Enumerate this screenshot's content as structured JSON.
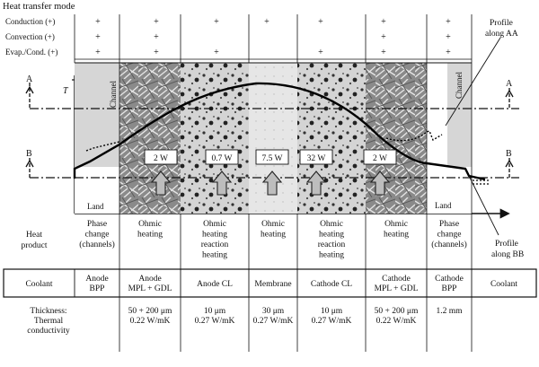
{
  "title": "Heat transfer mode",
  "modes": [
    {
      "label": "Conduction (+)",
      "marks": [
        "+",
        "+",
        "+",
        "+",
        "+",
        "+",
        "+"
      ]
    },
    {
      "label": "Convection (+)",
      "marks": [
        "+",
        "+",
        "",
        "",
        "",
        "+",
        "+"
      ]
    },
    {
      "label": "Evap./Cond. (+)",
      "marks": [
        "+",
        "+",
        "+",
        "",
        "+",
        "+",
        "+"
      ]
    }
  ],
  "axis_labels": {
    "T": "T",
    "A_left": "A",
    "A_right": "A",
    "B_left": "B",
    "B_right": "B"
  },
  "region_labels": {
    "channel_left": "Channel",
    "channel_right": "Channel",
    "land_left": "Land",
    "land_right": "Land"
  },
  "heat_values": [
    "2 W",
    "0.7 W",
    "7.5 W",
    "32 W",
    "2 W"
  ],
  "profile_labels": {
    "aa_1": "Profile",
    "aa_2": "along AA",
    "bb_1": "Profile",
    "bb_2": "along BB"
  },
  "heat_product": {
    "header": [
      "Heat",
      "product"
    ],
    "cells": [
      [
        "Phase",
        "change",
        "(channels)"
      ],
      [
        "Ohmic",
        "heating"
      ],
      [
        "Ohmic",
        "heating",
        "reaction",
        "heating"
      ],
      [
        "Ohmic",
        "heating"
      ],
      [
        "Ohmic",
        "heating",
        "reaction",
        "heating"
      ],
      [
        "Ohmic",
        "heating"
      ],
      [
        "Phase",
        "change",
        "(channels)"
      ]
    ]
  },
  "layers": [
    [
      "Coolant"
    ],
    [
      "Anode",
      "BPP"
    ],
    [
      "Anode",
      "MPL + GDL"
    ],
    [
      "Anode CL"
    ],
    [
      "Membrane"
    ],
    [
      "Cathode CL"
    ],
    [
      "Cathode",
      "MPL + GDL"
    ],
    [
      "Cathode",
      "BPP"
    ],
    [
      "Coolant"
    ]
  ],
  "thickness": {
    "header": [
      "Thickness:",
      "Thermal",
      "conductivity"
    ],
    "cells": [
      [
        "50 + 200 μm",
        "0.22 W/mK"
      ],
      [
        "10 μm",
        "0.27 W/mK"
      ],
      [
        "30 μm",
        "0.27 W/mK"
      ],
      [
        "10 μm",
        "0.27 W/mK"
      ],
      [
        "50 + 200 μm",
        "0.22 W/mK"
      ],
      [
        "1.2 mm"
      ]
    ]
  }
}
